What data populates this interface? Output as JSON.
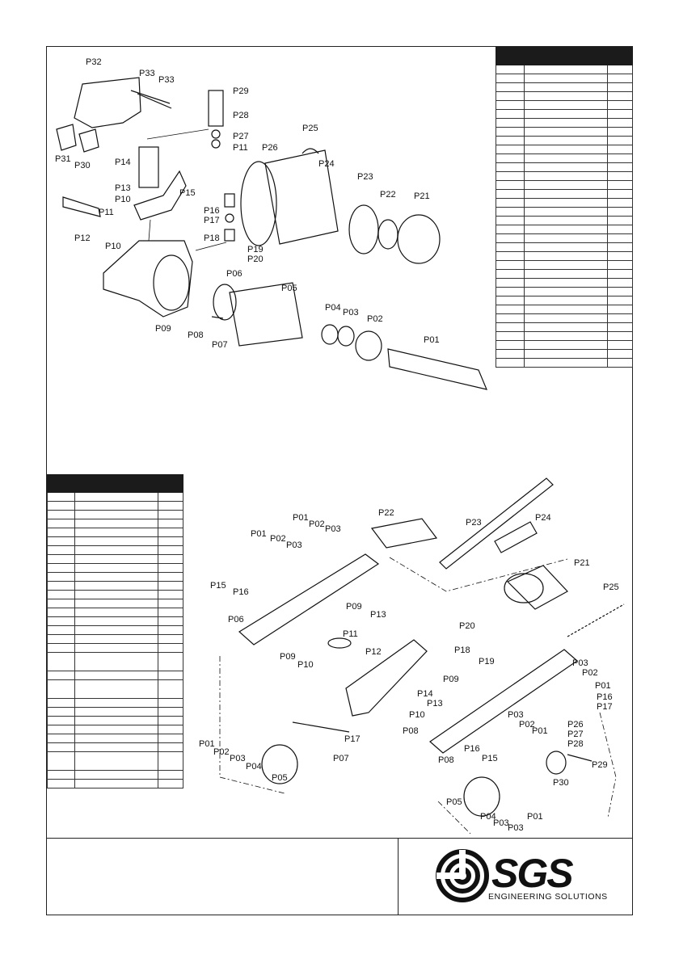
{
  "hydraulic_unit": {
    "labels": [
      "P01",
      "P02",
      "P03",
      "P04",
      "P05",
      "P06",
      "P07",
      "P08",
      "P09",
      "P10",
      "P10",
      "P11",
      "P11",
      "P12",
      "P13",
      "P14",
      "P15",
      "P16",
      "P17",
      "P18",
      "P19",
      "P20",
      "P21",
      "P22",
      "P23",
      "P24",
      "P25",
      "P26",
      "P27",
      "P28",
      "P29",
      "P30",
      "P31",
      "P32",
      "P33",
      "P33"
    ]
  },
  "jack_assembly": {
    "labels": [
      "P01",
      "P01",
      "P01",
      "P01",
      "P01",
      "P02",
      "P02",
      "P02",
      "P02",
      "P02",
      "P03",
      "P03",
      "P03",
      "P03",
      "P03",
      "P04",
      "P04",
      "P05",
      "P05",
      "P06",
      "P07",
      "P08",
      "P09",
      "P09",
      "P09",
      "P10",
      "P10",
      "P11",
      "P12",
      "P13",
      "P13",
      "P14",
      "P15",
      "P15",
      "P16",
      "P16",
      "P16",
      "P17",
      "P17",
      "P18",
      "P19",
      "P20",
      "P21",
      "P22",
      "P23",
      "P24",
      "P25",
      "P26",
      "P27",
      "P28",
      "P29",
      "P30"
    ]
  },
  "logo": {
    "wordmark": "SGS",
    "tagline": "ENGINEERING SOLUTIONS"
  }
}
